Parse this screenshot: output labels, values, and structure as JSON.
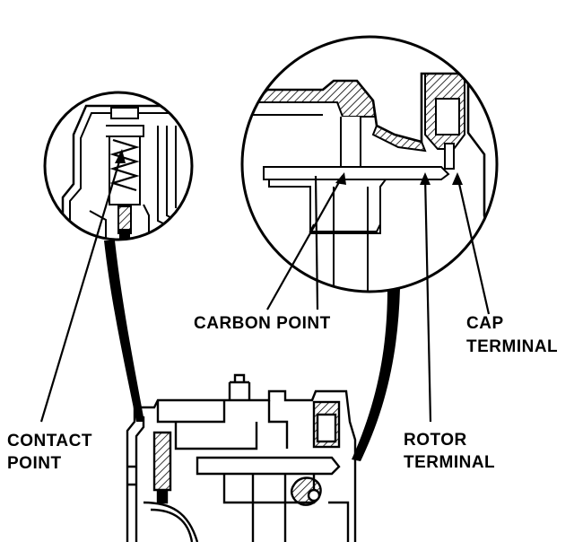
{
  "labels": {
    "carbon_point": "CARBON POINT",
    "cap_terminal_line1": "CAP",
    "cap_terminal_line2": "TERMINAL",
    "contact_point_line1": "CONTACT",
    "contact_point_line2": "POINT",
    "rotor_terminal_line1": "ROTOR",
    "rotor_terminal_line2": "TERMINAL"
  },
  "colors": {
    "ink": "#000000",
    "paper": "#ffffff"
  }
}
